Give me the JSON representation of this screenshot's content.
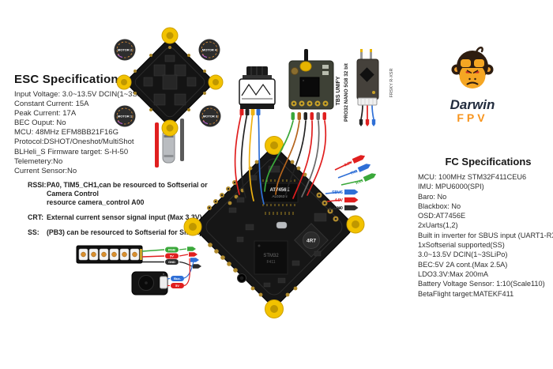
{
  "esc_specs": {
    "title": "ESC Specifications",
    "lines": [
      "Input Voltage: 3.0~13.5V DCIN(1~3SLiPo)",
      "Constant Current: 15A",
      "Peak Current: 17A",
      "BEC Ouput: No",
      "MCU: 48MHz EFM8BB21F16G",
      "Protocol:DSHOT/Oneshot/MultiShot",
      "BLHeli_S Firmware target:  S-H-50",
      "Telemetery:No",
      "Current Sensor:No"
    ]
  },
  "fc_specs": {
    "title": "FC Specifications",
    "lines": [
      "MCU: 100MHz STM32F411CEU6",
      "IMU: MPU6000(SPI)",
      "Baro: No",
      "Blackbox: No",
      "OSD:AT7456E",
      "2xUarts(1,2)",
      "Built in inverter for SBUS input (UART1-RX)",
      "1xSoftserial supported(SS)",
      "3.0~13.5V DCIN(1~3SLiPo)",
      "BEC:5V 2A cont.(Max 2.5A)",
      "LDO3.3V:Max 200mA",
      "Battery Voltage Sensor: 1:10(Scale110)",
      "BetaFlight target:MATEKF411"
    ]
  },
  "notes": [
    {
      "label": "RSSI:",
      "text": "PA0,  TIM5_CH1,can be resourced to Softserial or Camera Control",
      "text2": "resource camera_control A00"
    },
    {
      "label": "CRT:",
      "text": "External current sensor signal input  (Max 3.3V)"
    },
    {
      "label": "SS:",
      "text": "(PB3) can be resourced to Softserial for Smartport"
    }
  ],
  "logo": {
    "brand": "Darwin",
    "sub": "FPV"
  },
  "boards": {
    "esc": {
      "motors": [
        "MOTOR 2",
        "MOTOR 4",
        "MOTOR 1",
        "MOTOR 3"
      ]
    },
    "fc": {
      "osd_chip": "AT7456E",
      "osd_chip2": "AL0262N",
      "mcu_chip": "STM32",
      "mcu_chip2": "F411",
      "inductor": "4R7"
    }
  },
  "modules": {
    "vtx_line1": "TBS UNIFY",
    "vtx_line2": "PRO32 NANO 5G8 32 bit",
    "rx_label": "FRSKY R-XSR"
  },
  "wire_labels": {
    "uart": [
      "3.3V",
      "TX1",
      "RX1"
    ],
    "sbus": [
      "SBUS",
      "4.5V",
      "GND"
    ],
    "led": [
      "RGB",
      "5V",
      "GND"
    ],
    "buzzer": [
      "Buz-",
      "5V"
    ]
  },
  "colors": {
    "accent_orange": "#f7941d",
    "pcb_black": "#161616",
    "grommet_yellow": "#f2c200",
    "wire_red": "#e01f1f",
    "wire_blue": "#2f6fd6",
    "wire_green": "#3aa83a",
    "wire_yellow": "#eeb111",
    "wire_black": "#222222"
  }
}
